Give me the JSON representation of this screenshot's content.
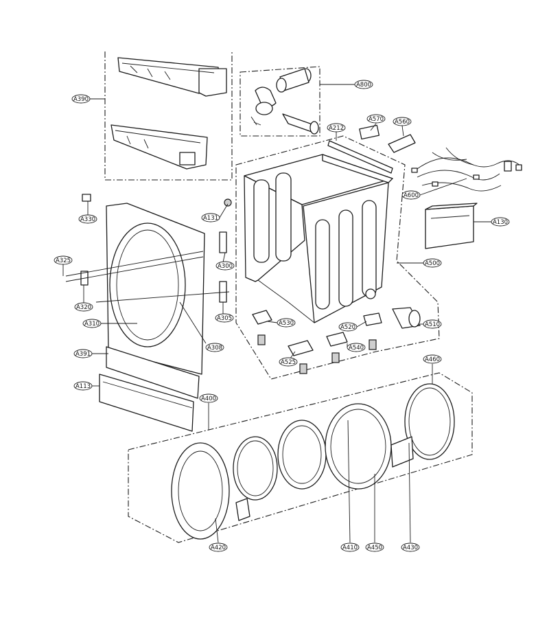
{
  "callouts": {
    "a390": "A390",
    "a800": "A800",
    "a212": "A212",
    "a570": "A570",
    "a560": "A560",
    "a600": "A600",
    "a130": "A130",
    "a500": "A500",
    "a330": "A330",
    "a131": "A131",
    "a325": "A325",
    "a300": "A300",
    "a320": "A320",
    "a305": "A305",
    "a310": "A310",
    "a308": "A308",
    "a530": "A530",
    "a520": "A520",
    "a510": "A510",
    "a540": "A540",
    "a525": "A525",
    "a391": "A391",
    "a113": "A113",
    "a400": "A400",
    "a460": "A460",
    "a420": "A420",
    "a410": "A410",
    "a450": "A450",
    "a430": "A430"
  }
}
